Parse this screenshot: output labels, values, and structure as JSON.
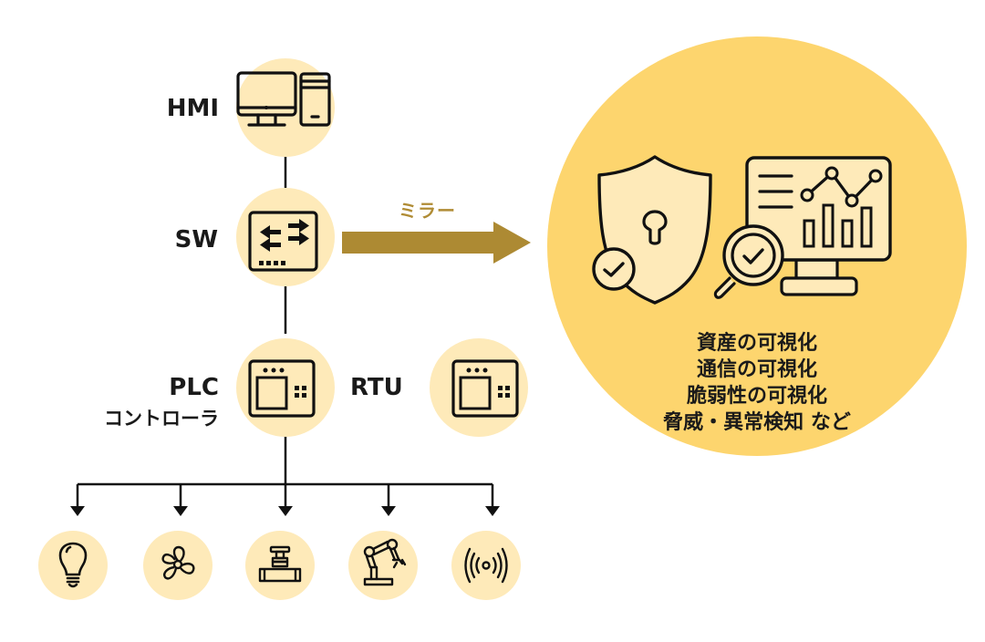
{
  "colors": {
    "node_fill": "#feeab9",
    "monitor_fill": "#fdd56e",
    "icon_fill": "#feeab9",
    "stroke": "#111111",
    "arrow": "#ad8a33",
    "mirror_text": "#b08c35"
  },
  "nodes": {
    "hmi": {
      "label": "HMI",
      "icon": "desktop-computer-icon"
    },
    "sw": {
      "label": "SW",
      "icon": "network-switch-icon"
    },
    "plc": {
      "label": "PLC",
      "sublabel": "コントローラ",
      "icon": "controller-module-icon"
    },
    "rtu": {
      "label": "RTU",
      "icon": "controller-module-icon"
    }
  },
  "mirror": {
    "label": "ミラー"
  },
  "field_devices": [
    {
      "name": "light-bulb",
      "icon": "light-bulb-icon"
    },
    {
      "name": "fan",
      "icon": "fan-icon"
    },
    {
      "name": "valve",
      "icon": "valve-pipe-icon"
    },
    {
      "name": "robot-arm",
      "icon": "robot-arm-icon"
    },
    {
      "name": "sensor",
      "icon": "wireless-sensor-icon"
    }
  ],
  "monitor": {
    "icons": [
      "shield-lock-check-icon",
      "magnifier-check-icon",
      "dashboard-monitor-icon"
    ],
    "features": [
      "資産の可視化",
      "通信の可視化",
      "脆弱性の可視化",
      "脅威・異常検知 など"
    ]
  }
}
